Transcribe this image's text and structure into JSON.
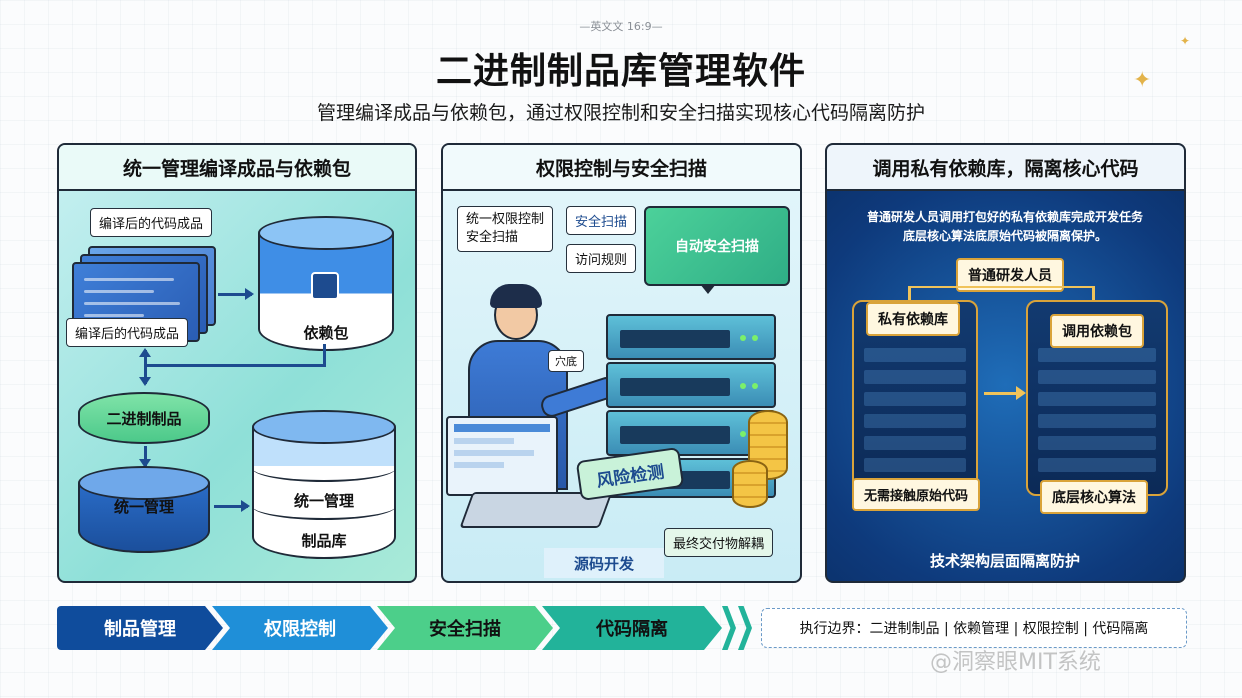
{
  "header": {
    "tag": "—英文文 16:9—",
    "title": "二进制制品库管理软件",
    "subtitle": "管理编译成品与依赖包，通过权限控制和安全扫描实现核心代码隔离防护"
  },
  "panel1": {
    "title": "统一管理编译成品与依赖包",
    "label_artifacts_top": "编译后的代码成品",
    "label_artifacts": "编译后的代码成品",
    "dependency": "依赖包",
    "binary": "二进制制品",
    "unified_left": "统一管理",
    "unified_right": "统一管理",
    "repository": "制品库"
  },
  "panel2": {
    "title": "权限控制与安全扫描",
    "label_unified": "统一权限控制\n安全扫描",
    "label_scan": "安全扫描",
    "label_rules": "访问规则",
    "monitor": "自动安全扫描",
    "small_tag": "穴底",
    "risk": "风险检测",
    "deliverable": "最终交付物解耦",
    "source_dev": "源码开发"
  },
  "panel3": {
    "title": "调用私有依赖库，隔离核心代码",
    "desc_line1": "普通研发人员调用打包好的私有依赖库完成开发任务",
    "desc_line2": "底层核心算法底原始代码被隔离保护。",
    "developer": "普通研发人员",
    "private_repo": "私有依赖库",
    "call_dep": "调用依赖包",
    "no_source": "无需接触原始代码",
    "core_algo": "底层核心算法",
    "footer": "技术架构层面隔离防护"
  },
  "flow": {
    "steps": [
      "制品管理",
      "权限控制",
      "安全扫描",
      "代码隔离"
    ],
    "boundary": "执行边界：二进制制品 | 依赖管理 | 权限控制 | 代码隔离"
  },
  "watermark": "@洞察眼MIT系统",
  "colors": {
    "step1": "#0f4c9c",
    "step2": "#1f8fd8",
    "step3": "#4ccf8a",
    "step4": "#22b39a"
  }
}
